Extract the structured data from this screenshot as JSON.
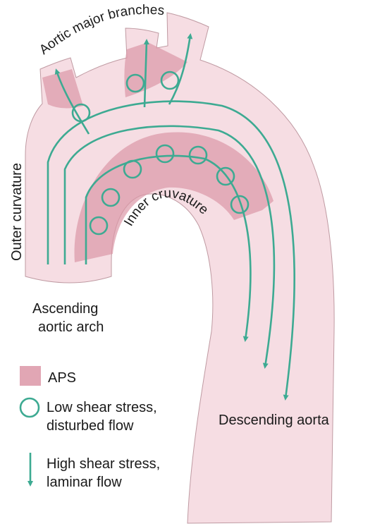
{
  "labels": {
    "branches": "Aortic major branches",
    "outer": "Outer curvature",
    "inner": "Inner cruvature",
    "ascending_line1": "Ascending",
    "ascending_line2": "aortic arch",
    "descending": "Descending aorta"
  },
  "legend": {
    "aps": "APS",
    "low_line1": "Low shear stress,",
    "low_line2": "disturbed flow",
    "high_line1": "High shear stress,",
    "high_line2": "laminar flow"
  },
  "colors": {
    "aorta_fill": "#f6dde3",
    "aorta_stroke": "#bf9aa2",
    "aps_fill": "#dc97a7",
    "flow_green": "#3daa92",
    "text": "#1a1a1a"
  }
}
